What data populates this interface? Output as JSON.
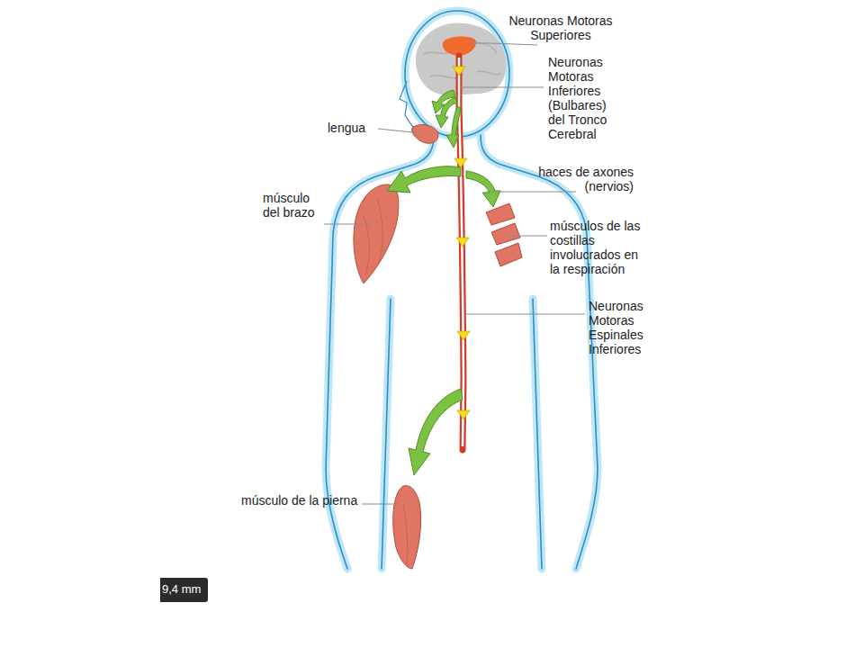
{
  "diagram": {
    "labels": [
      "Neuronas Motoras Superiores",
      "Neuronas Motoras Inferiores (Bulbares) del Tronco Cerebral",
      "lengua",
      "haces de axones (nervios)",
      "músculo del brazo",
      "músculos de las costillas involucrados en la respiración",
      "Neuronas Motoras Espinales Inferiores",
      "músculo de la pierna",
      "9,4 mm"
    ]
  }
}
